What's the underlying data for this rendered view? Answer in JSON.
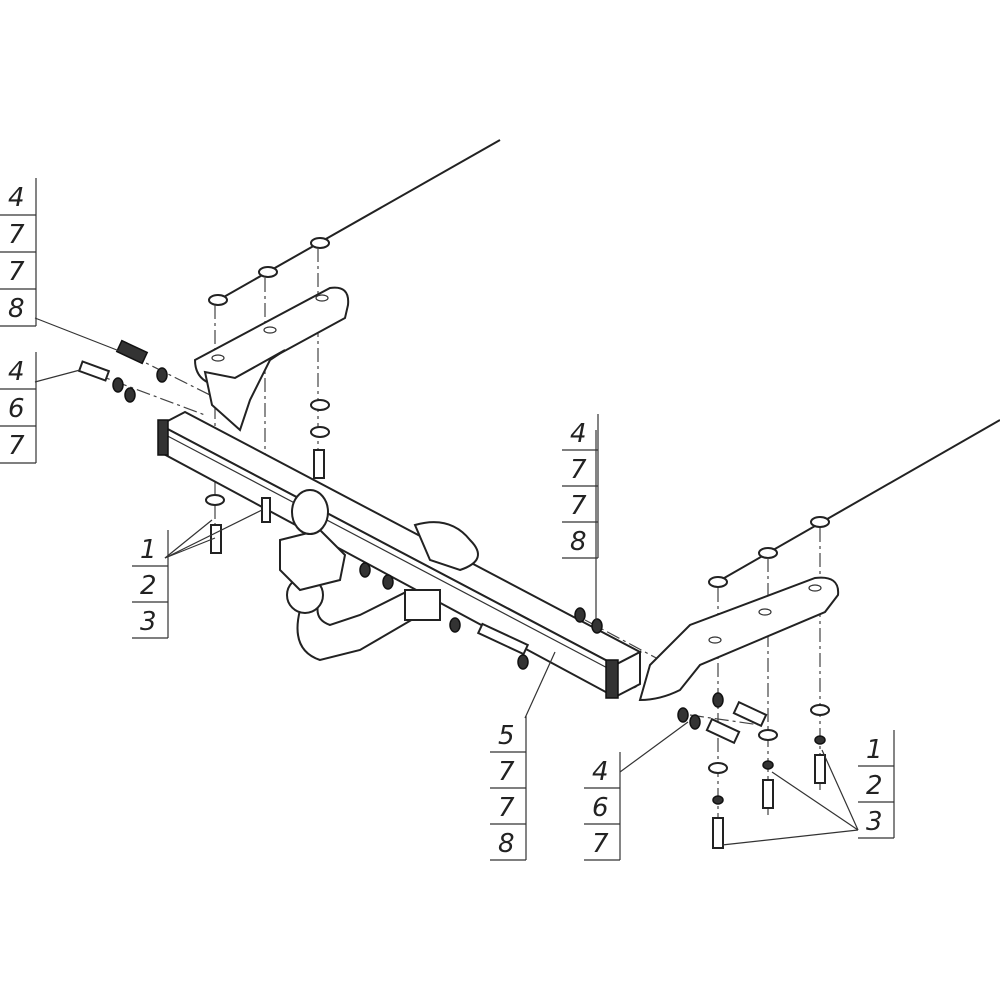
{
  "title": "Tow bar assembly diagram",
  "callouts": [
    {
      "name": "callout-top-left-bolt",
      "numbers": [
        "4",
        "7",
        "7",
        "8"
      ]
    },
    {
      "name": "callout-left-bolt",
      "numbers": [
        "4",
        "6",
        "7"
      ]
    },
    {
      "name": "callout-left-bottom-bolts",
      "numbers": [
        "1",
        "2",
        "3"
      ]
    },
    {
      "name": "callout-center-bolt",
      "numbers": [
        "4",
        "7",
        "7",
        "8"
      ]
    },
    {
      "name": "callout-bottom-center-bolt",
      "numbers": [
        "5",
        "7",
        "7",
        "8"
      ]
    },
    {
      "name": "callout-bottom-right-bolt",
      "numbers": [
        "4",
        "6",
        "7"
      ]
    },
    {
      "name": "callout-right-bottom-bolts",
      "numbers": [
        "1",
        "2",
        "3"
      ]
    }
  ]
}
